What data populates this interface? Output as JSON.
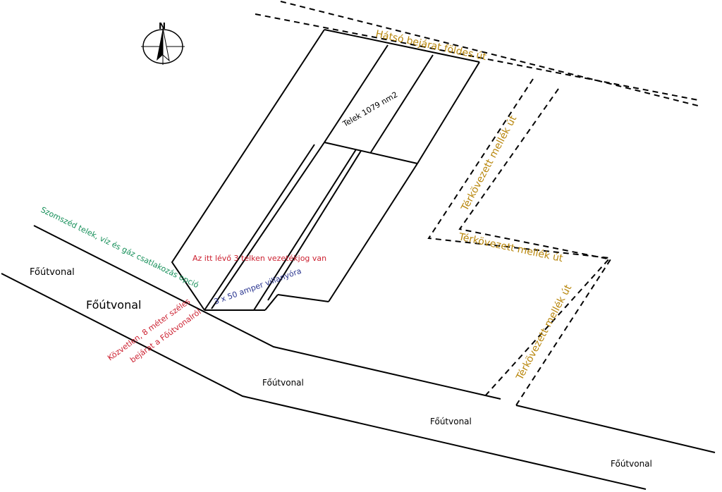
{
  "compass": {
    "letter": "N"
  },
  "colors": {
    "road_label": "#b8860b",
    "neighbor_label": "#17905a",
    "red_label": "#cc2030",
    "blue_label": "#2a3590",
    "black": "#000000"
  },
  "labels": {
    "rear_entrance": "Hátsó bejárat földes út",
    "paved_side_1": "Térkövezett mellék út",
    "paved_side_2": "Térkövezett mellék út",
    "paved_side_3": "Térkövezett mellék út",
    "plot_size": "Telek 1079 nm2",
    "neighbor_plot": "Szomszéd telek, víz és gáz csatlakozás opció",
    "wire_right": "Az itt lévő 3 telken vezetékjog van",
    "power_meter": "3 x 50 amper villanyóra",
    "direct_entrance_line1": "Közvetlen, 8 méter széles",
    "direct_entrance_line2": "bejárat a Főútvonalról",
    "main_road_1": "Főútvonal",
    "main_road_2": "Főútvonal",
    "main_road_3": "Főútvonal",
    "main_road_4": "Főútvonal",
    "main_road_5": "Főútvonal"
  }
}
